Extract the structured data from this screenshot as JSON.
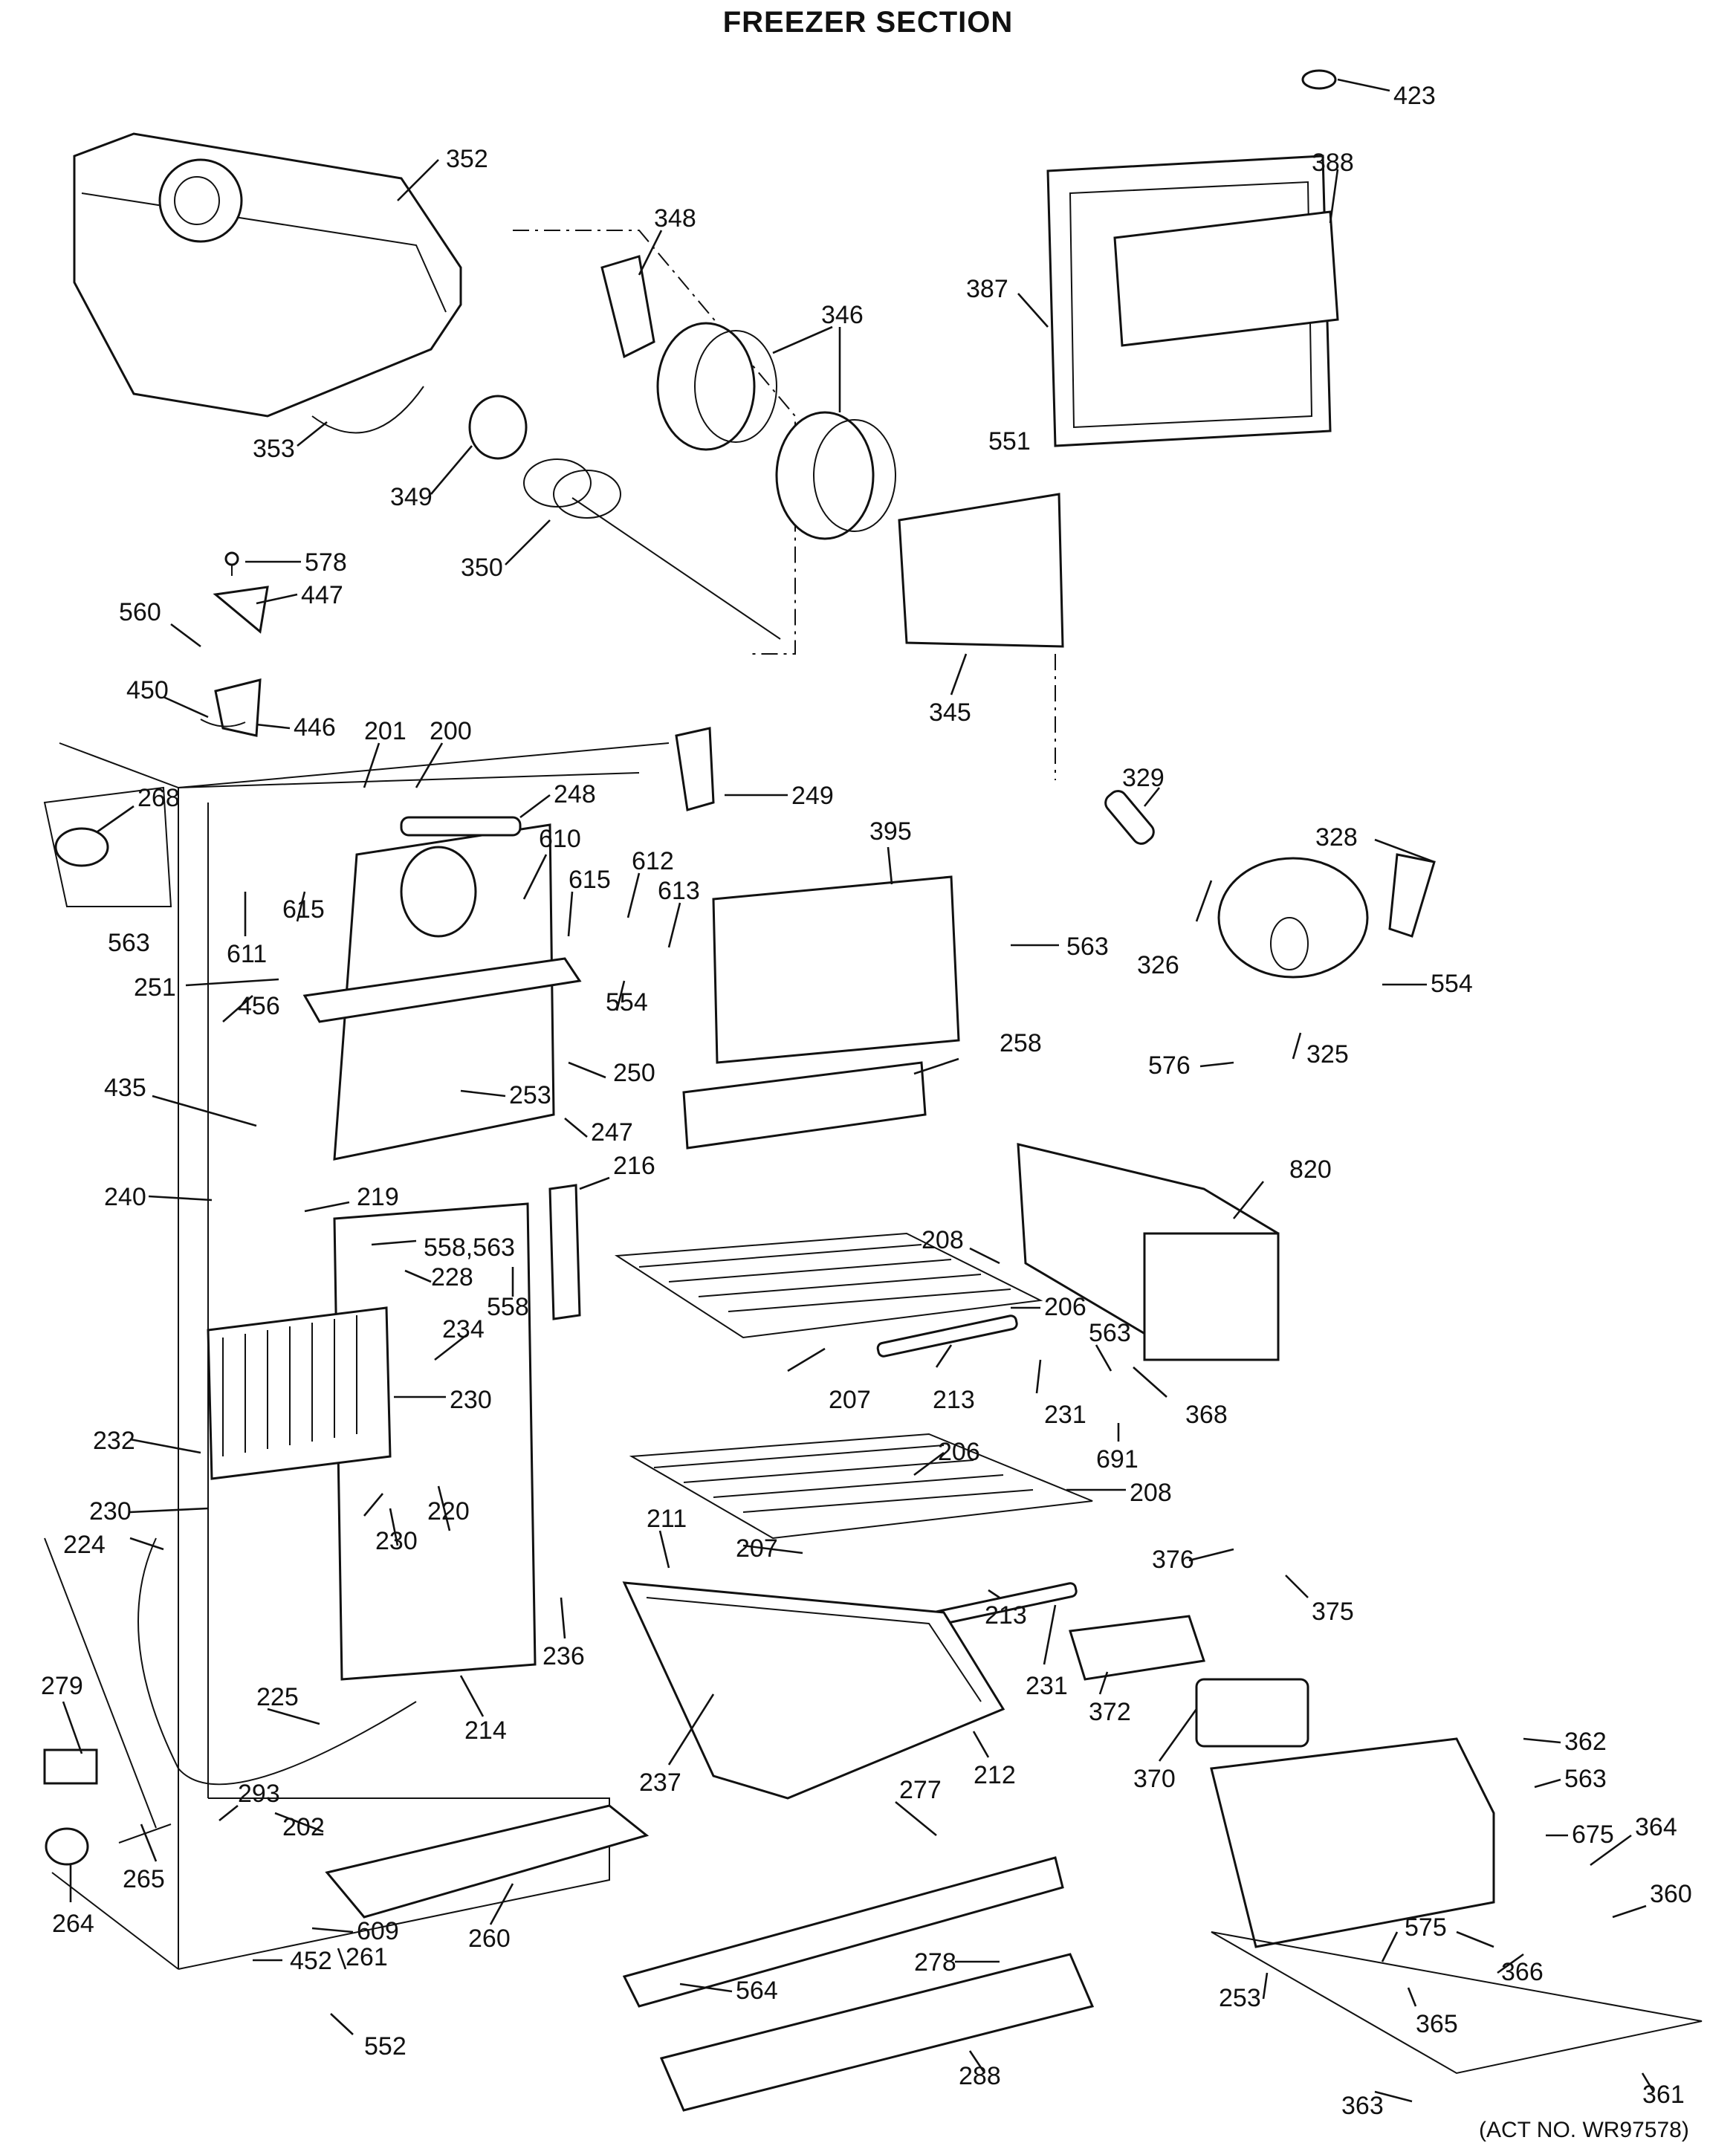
{
  "title": "FREEZER SECTION",
  "footnote": "(ACT NO. WR97578)",
  "labels": [
    {
      "id": "423",
      "text": "423"
    },
    {
      "id": "352",
      "text": "352"
    },
    {
      "id": "388",
      "text": "388"
    },
    {
      "id": "348",
      "text": "348"
    },
    {
      "id": "346",
      "text": "346"
    },
    {
      "id": "387",
      "text": "387"
    },
    {
      "id": "353",
      "text": "353"
    },
    {
      "id": "349",
      "text": "349"
    },
    {
      "id": "551",
      "text": "551"
    },
    {
      "id": "350",
      "text": "350"
    },
    {
      "id": "578",
      "text": "578"
    },
    {
      "id": "447",
      "text": "447"
    },
    {
      "id": "560",
      "text": "560"
    },
    {
      "id": "345",
      "text": "345"
    },
    {
      "id": "450",
      "text": "450"
    },
    {
      "id": "446",
      "text": "446"
    },
    {
      "id": "201",
      "text": "201"
    },
    {
      "id": "200",
      "text": "200"
    },
    {
      "id": "249",
      "text": "249"
    },
    {
      "id": "268",
      "text": "268"
    },
    {
      "id": "248",
      "text": "248"
    },
    {
      "id": "329",
      "text": "329"
    },
    {
      "id": "395",
      "text": "395"
    },
    {
      "id": "610",
      "text": "610"
    },
    {
      "id": "612",
      "text": "612"
    },
    {
      "id": "328",
      "text": "328"
    },
    {
      "id": "615a",
      "text": "615"
    },
    {
      "id": "615b",
      "text": "615"
    },
    {
      "id": "613",
      "text": "613"
    },
    {
      "id": "563a",
      "text": "563"
    },
    {
      "id": "611",
      "text": "611"
    },
    {
      "id": "563b",
      "text": "563"
    },
    {
      "id": "326",
      "text": "326"
    },
    {
      "id": "554a",
      "text": "554"
    },
    {
      "id": "251",
      "text": "251"
    },
    {
      "id": "554b",
      "text": "554"
    },
    {
      "id": "456",
      "text": "456"
    },
    {
      "id": "576",
      "text": "576"
    },
    {
      "id": "325",
      "text": "325"
    },
    {
      "id": "258",
      "text": "258"
    },
    {
      "id": "253a",
      "text": "253"
    },
    {
      "id": "250",
      "text": "250"
    },
    {
      "id": "435",
      "text": "435"
    },
    {
      "id": "247",
      "text": "247"
    },
    {
      "id": "216",
      "text": "216"
    },
    {
      "id": "820",
      "text": "820"
    },
    {
      "id": "240",
      "text": "240"
    },
    {
      "id": "219",
      "text": "219"
    },
    {
      "id": "558_563",
      "text": "558,563"
    },
    {
      "id": "208a",
      "text": "208"
    },
    {
      "id": "228",
      "text": "228"
    },
    {
      "id": "558",
      "text": "558"
    },
    {
      "id": "206a",
      "text": "206"
    },
    {
      "id": "234",
      "text": "234"
    },
    {
      "id": "563c",
      "text": "563"
    },
    {
      "id": "230a",
      "text": "230"
    },
    {
      "id": "207a",
      "text": "207"
    },
    {
      "id": "213a",
      "text": "213"
    },
    {
      "id": "231a",
      "text": "231"
    },
    {
      "id": "368",
      "text": "368"
    },
    {
      "id": "232",
      "text": "232"
    },
    {
      "id": "691",
      "text": "691"
    },
    {
      "id": "206b",
      "text": "206"
    },
    {
      "id": "220",
      "text": "220"
    },
    {
      "id": "208b",
      "text": "208"
    },
    {
      "id": "230b",
      "text": "230"
    },
    {
      "id": "211",
      "text": "211"
    },
    {
      "id": "224",
      "text": "224"
    },
    {
      "id": "230c",
      "text": "230"
    },
    {
      "id": "207b",
      "text": "207"
    },
    {
      "id": "376",
      "text": "376"
    },
    {
      "id": "375",
      "text": "375"
    },
    {
      "id": "213b",
      "text": "213"
    },
    {
      "id": "236",
      "text": "236"
    },
    {
      "id": "279",
      "text": "279"
    },
    {
      "id": "231b",
      "text": "231"
    },
    {
      "id": "225",
      "text": "225"
    },
    {
      "id": "214",
      "text": "214"
    },
    {
      "id": "372",
      "text": "372"
    },
    {
      "id": "362",
      "text": "362"
    },
    {
      "id": "237",
      "text": "237"
    },
    {
      "id": "212",
      "text": "212"
    },
    {
      "id": "563d",
      "text": "563"
    },
    {
      "id": "370",
      "text": "370"
    },
    {
      "id": "277",
      "text": "277"
    },
    {
      "id": "202",
      "text": "202"
    },
    {
      "id": "675",
      "text": "675"
    },
    {
      "id": "364",
      "text": "364"
    },
    {
      "id": "293",
      "text": "293"
    },
    {
      "id": "265",
      "text": "265"
    },
    {
      "id": "360",
      "text": "360"
    },
    {
      "id": "264",
      "text": "264"
    },
    {
      "id": "609",
      "text": "609"
    },
    {
      "id": "575",
      "text": "575"
    },
    {
      "id": "366",
      "text": "366"
    },
    {
      "id": "260",
      "text": "260"
    },
    {
      "id": "278",
      "text": "278"
    },
    {
      "id": "452",
      "text": "452"
    },
    {
      "id": "261",
      "text": "261"
    },
    {
      "id": "253b",
      "text": "253"
    },
    {
      "id": "365",
      "text": "365"
    },
    {
      "id": "564",
      "text": "564"
    },
    {
      "id": "552",
      "text": "552"
    },
    {
      "id": "288",
      "text": "288"
    },
    {
      "id": "361",
      "text": "361"
    },
    {
      "id": "363",
      "text": "363"
    }
  ]
}
